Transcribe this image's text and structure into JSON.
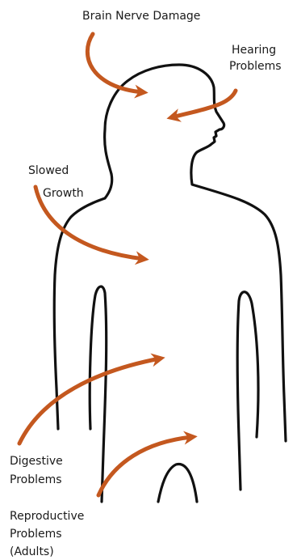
{
  "colors": {
    "arrow": "#c4581f",
    "outline": "#111111",
    "text": "#1a1a1a"
  },
  "labels": {
    "brain": "Brain Nerve Damage",
    "hearing_1": "Hearing",
    "hearing_2": "Problems",
    "slowed_1": "Slowed",
    "slowed_2": "Growth",
    "digestive_1": "Digestive",
    "digestive_2": "Problems",
    "reproductive_1": "Reproductive",
    "reproductive_2": "Problems",
    "reproductive_3": "(Adults)"
  }
}
